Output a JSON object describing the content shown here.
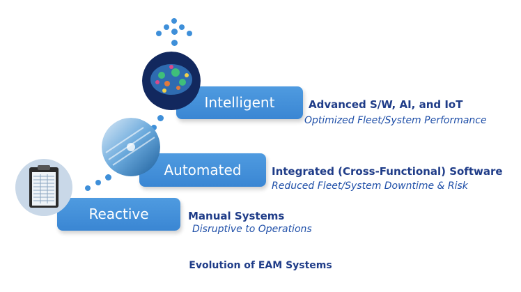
{
  "levels": [
    {
      "label": "Reactive",
      "title": "Manual Systems",
      "subtitle": "Disruptive to Operations",
      "icon": "clipboard-icon"
    },
    {
      "label": "Automated",
      "title": "Integrated (Cross-Functional) Software",
      "subtitle": "Reduced Fleet/System Downtime & Risk",
      "icon": "server-icon"
    },
    {
      "label": "Intelligent",
      "title": "Advanced S/W, AI, and IoT",
      "subtitle": "Optimized Fleet/System Performance",
      "icon": "brain-icon"
    }
  ],
  "caption": "Evolution of EAM Systems",
  "colors": {
    "bar": "#3a86d3",
    "title": "#1f3c88",
    "subtitle": "#1f4fa8",
    "dot": "#3e8fd9"
  }
}
